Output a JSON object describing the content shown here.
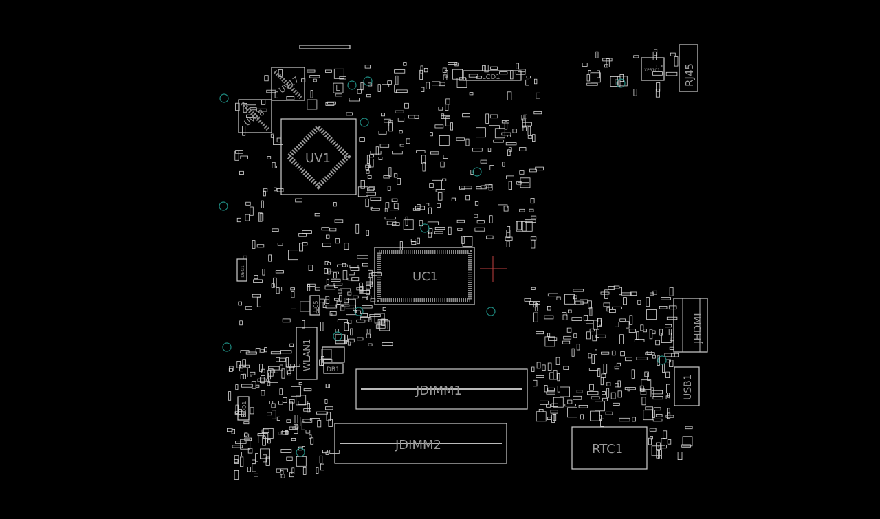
{
  "board": {
    "background": "#000000",
    "outline_color": "#cfcfcf",
    "via_color": "#1e8a80",
    "cursor_color": "#c04040",
    "components": {
      "uv1": "UV1",
      "uv17": "UV17",
      "uv18": "UV18",
      "uc1": "UC1",
      "uc5": "UC5",
      "lcd1": "LCD1",
      "rj45": "RJ45",
      "xp": "XP3101",
      "jhdmi": "JHDMI",
      "usb1": "USB1",
      "wlan1": "WLAN1",
      "db1": "DB1",
      "jdimm1": "JDIMM1",
      "jdimm2": "JDIMM2",
      "rtc1": "RTC1",
      "hdd1": "HDD1",
      "jdbg1": "JDBG1"
    }
  }
}
